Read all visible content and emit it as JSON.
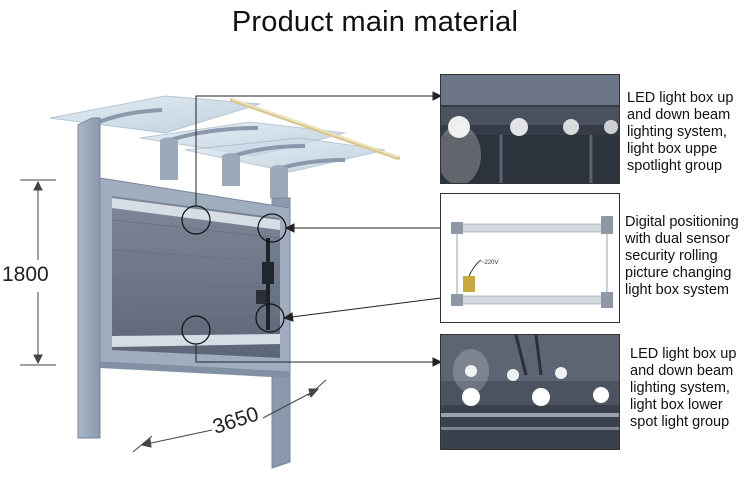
{
  "title": "Product main material",
  "dimensions": {
    "height": "1800",
    "width": "3650"
  },
  "callouts": [
    {
      "id": "top",
      "lines": [
        "LED light box up",
        "and down  beam",
        "lighting system,",
        "light box uppe",
        "spotlight group"
      ]
    },
    {
      "id": "middle",
      "lines": [
        "Digital positioning",
        "with dual sensor",
        "security rolling",
        "picture changing",
        "light box system"
      ],
      "inset_text": "~220V"
    },
    {
      "id": "bottom",
      "lines": [
        "LED light box up",
        "and down beam",
        "lighting system,",
        "light box lower",
        "spot light group"
      ]
    }
  ],
  "colors": {
    "frame": "#8c9aae",
    "panel_dark": "#2c3440",
    "glass": "#c8dbe8",
    "led": "#ffffff",
    "led_strip": "#d8c890"
  }
}
